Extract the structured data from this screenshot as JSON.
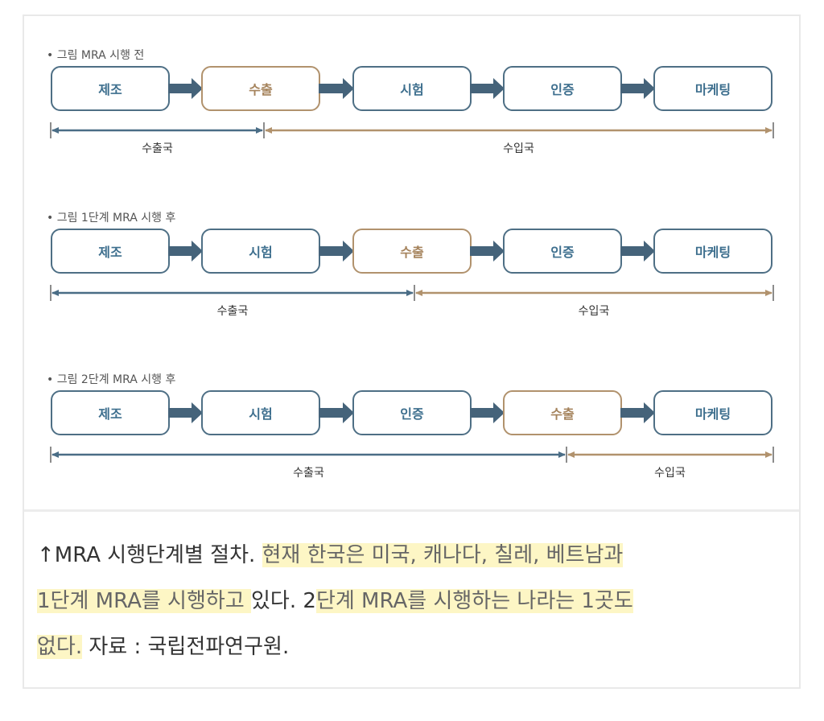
{
  "figure": {
    "colors": {
      "node_border": "#4e6f85",
      "export_border": "#b1926d",
      "exporter_line": "#4a6d86",
      "importer_line": "#b1926d"
    },
    "panels": [
      {
        "title": "• 그림 MRA 시행 전",
        "steps": [
          {
            "label": "제조",
            "highlight": false
          },
          {
            "label": "수출",
            "highlight": true
          },
          {
            "label": "시험",
            "highlight": false
          },
          {
            "label": "인증",
            "highlight": false
          },
          {
            "label": "마케팅",
            "highlight": false
          }
        ],
        "exporter_label": "수출국",
        "importer_label": "수입국"
      },
      {
        "title": "• 그림 1단계 MRA 시행 후",
        "steps": [
          {
            "label": "제조",
            "highlight": false
          },
          {
            "label": "시험",
            "highlight": false
          },
          {
            "label": "수출",
            "highlight": true
          },
          {
            "label": "인증",
            "highlight": false
          },
          {
            "label": "마케팅",
            "highlight": false
          }
        ],
        "exporter_label": "수출국",
        "importer_label": "수입국"
      },
      {
        "title": "• 그림 2단계 MRA 시행 후",
        "steps": [
          {
            "label": "제조",
            "highlight": false
          },
          {
            "label": "시험",
            "highlight": false
          },
          {
            "label": "인증",
            "highlight": false
          },
          {
            "label": "수출",
            "highlight": true
          },
          {
            "label": "마케팅",
            "highlight": false
          }
        ],
        "exporter_label": "수출국",
        "importer_label": "수입국"
      }
    ]
  },
  "caption": {
    "line1_a": "↑MRA 시행단계별 절차. ",
    "line1_b": "현재 한국은 미국, 캐나다, 칠레, 베트남과",
    "line2_a": "1단계 MRA를 시행하고 ",
    "line2_b": "있다. 2",
    "line2_c": "단계 MRA를 시행하는 나라는 1곳도",
    "line3_a": "없다.",
    "line3_b": " 자료 : 국립전파연구원."
  }
}
